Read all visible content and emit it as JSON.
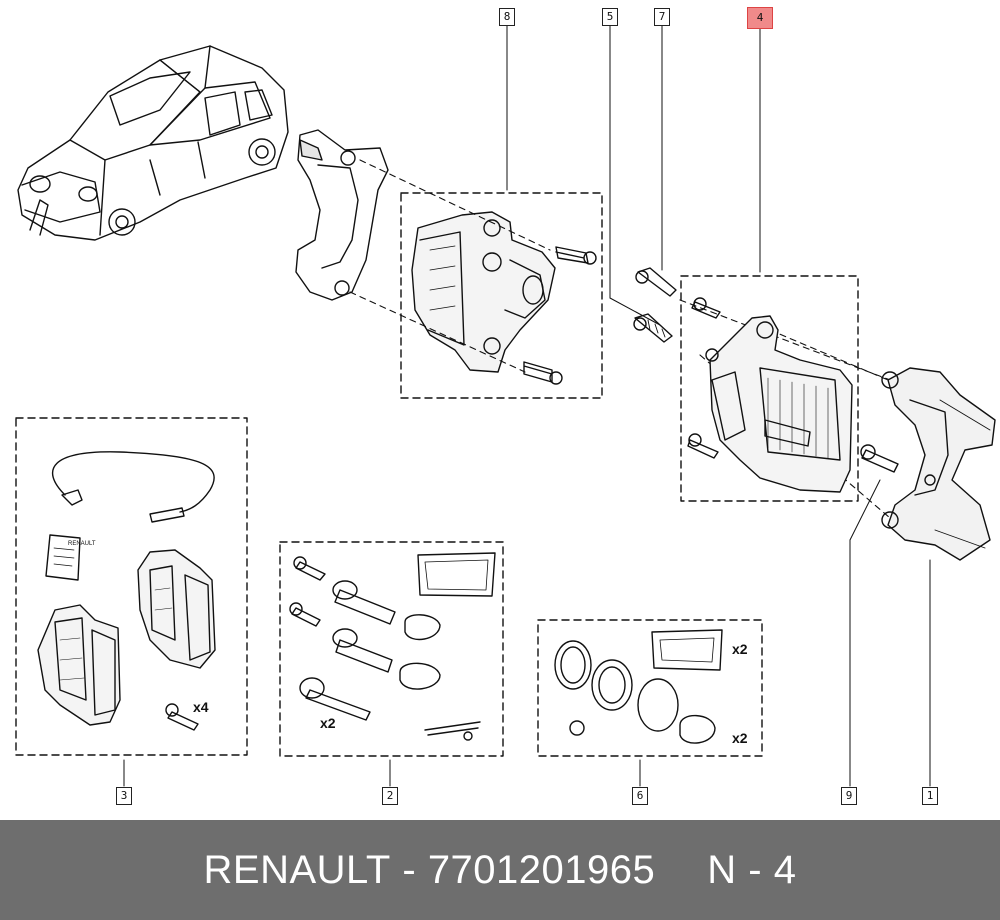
{
  "callouts": {
    "c8": "8",
    "c5": "5",
    "c7": "7",
    "c4": "4",
    "c3": "3",
    "c2": "2",
    "c6": "6",
    "c9": "9",
    "c1": "1"
  },
  "highlight_color": "#f08a8a",
  "quantities": {
    "pads_bolts": "x4",
    "kit2_bolts": "x2",
    "kit6_grease": "x2",
    "kit6_boots": "x2"
  },
  "booklet_label": "RENAULT",
  "footer": {
    "brand": "RENAULT",
    "part_number": "7701201965",
    "position": "N - 4",
    "background": "#6e6e6e"
  }
}
